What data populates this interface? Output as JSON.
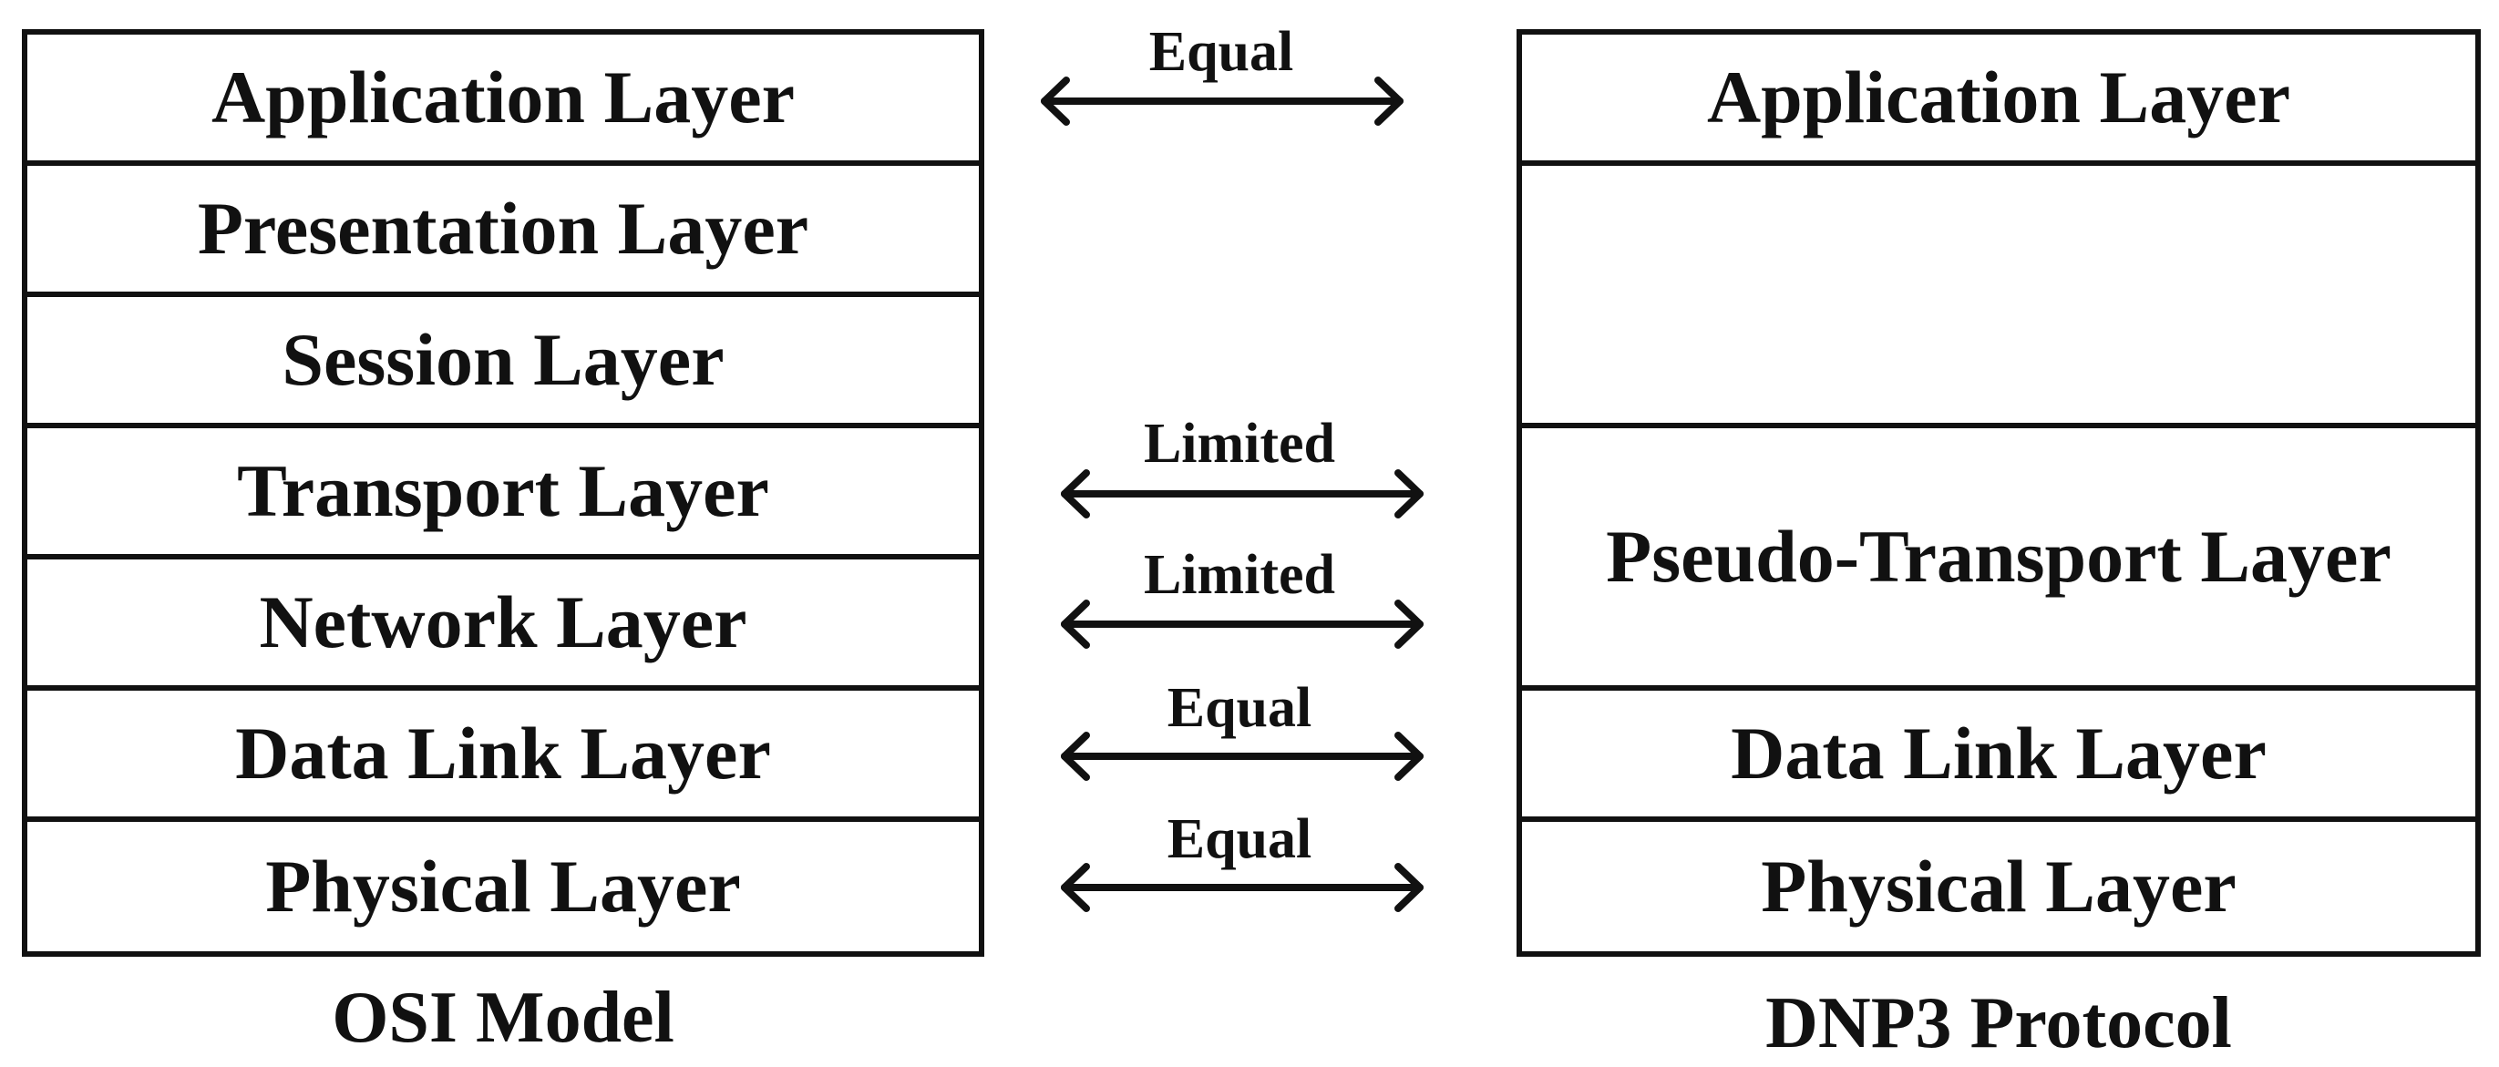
{
  "osi_model": {
    "caption": "OSI Model",
    "layers": [
      "Application Layer",
      "Presentation  Layer",
      "Session Layer",
      "Transport Layer",
      "Network Layer",
      "Data Link Layer",
      "Physical Layer"
    ]
  },
  "dnp3_protocol": {
    "caption": "DNP3 Protocol",
    "layers": [
      "Application Layer",
      "",
      "Pseudo-Transport Layer",
      "Data Link Layer",
      "Physical Layer"
    ]
  },
  "relations": [
    "Equal",
    "Limited",
    "Limited",
    "Equal",
    "Equal"
  ]
}
